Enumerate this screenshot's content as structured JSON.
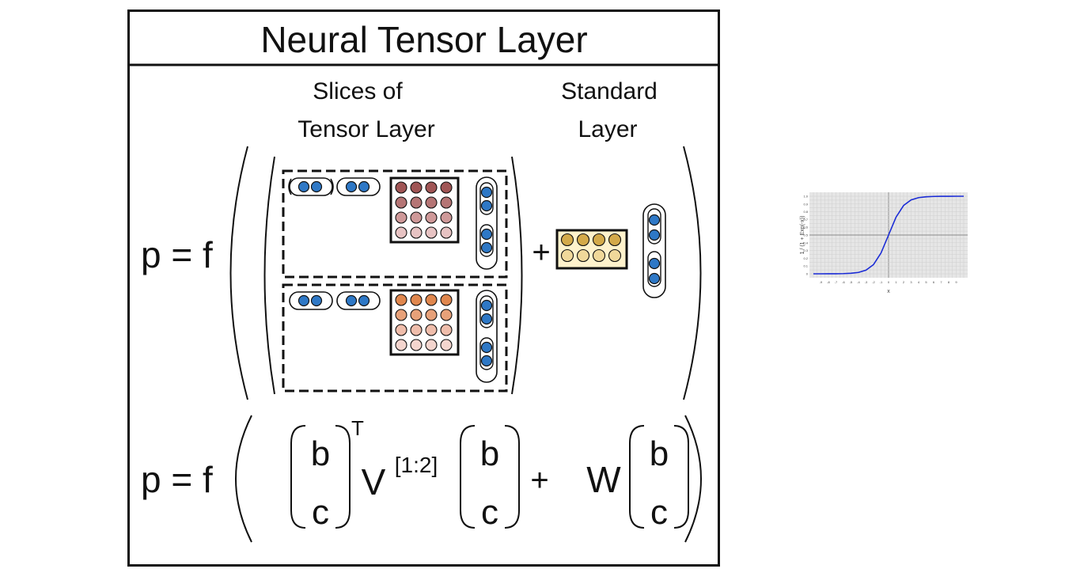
{
  "title": "Neural Tensor Layer",
  "headers": {
    "tensor_line1": "Slices of",
    "tensor_line2": "Tensor Layer",
    "standard_line1": "Standard",
    "standard_line2": "Layer"
  },
  "equation1": {
    "lhs": "p = f",
    "plus": "+"
  },
  "equation2": {
    "lhs": "p = f",
    "vec_top": "b",
    "vec_bottom": "c",
    "transpose": "T",
    "V": "V",
    "superscript": "[1:2]",
    "plus": "+",
    "W": "W"
  },
  "colors": {
    "neuron_blue": "#2e78c6",
    "slice1_rows": [
      "#a05555",
      "#b57575",
      "#cf9999",
      "#e7c3c3"
    ],
    "slice2_rows": [
      "#e0874e",
      "#e7a179",
      "#efbdab",
      "#f4d5ce"
    ],
    "standard_rows": [
      "#d4aa4a",
      "#f0d89a"
    ],
    "standard_box_fill": "#fff2cc",
    "sigmoid_curve": "#1a2bd6",
    "sigmoid_bg": "#e6e6e6"
  },
  "inset_plot": {
    "ylabel": "1 / (1 + Exp(-x))",
    "xlabel": "x",
    "x_ticks": [
      "-9",
      "-8",
      "-7",
      "-6",
      "-5",
      "-4",
      "-3",
      "-2",
      "-1",
      "0",
      "1",
      "2",
      "3",
      "4",
      "5",
      "6",
      "7",
      "8",
      "9"
    ],
    "y_ticks": [
      "0",
      "0.1",
      "0.2",
      "0.3",
      "0.4",
      "0.5",
      "0.6",
      "0.7",
      "0.8",
      "0.9",
      "1.0"
    ]
  },
  "chart_data": {
    "type": "line",
    "xlabel": "x",
    "ylabel": "1 / (1 + Exp(-x))",
    "xlim": [
      -10,
      10
    ],
    "ylim": [
      0,
      1
    ],
    "grid": true,
    "series": [
      {
        "x": [
          -10,
          -9,
          -8,
          -7,
          -6,
          -5,
          -4,
          -3,
          -2,
          -1,
          0,
          1,
          2,
          3,
          4,
          5,
          6,
          7,
          8,
          9,
          10
        ],
        "y": [
          0.0,
          0.0001,
          0.0003,
          0.0009,
          0.0025,
          0.0067,
          0.018,
          0.047,
          0.119,
          0.269,
          0.5,
          0.731,
          0.881,
          0.953,
          0.982,
          0.993,
          0.9975,
          0.9991,
          0.9997,
          0.9999,
          1.0
        ]
      }
    ]
  }
}
